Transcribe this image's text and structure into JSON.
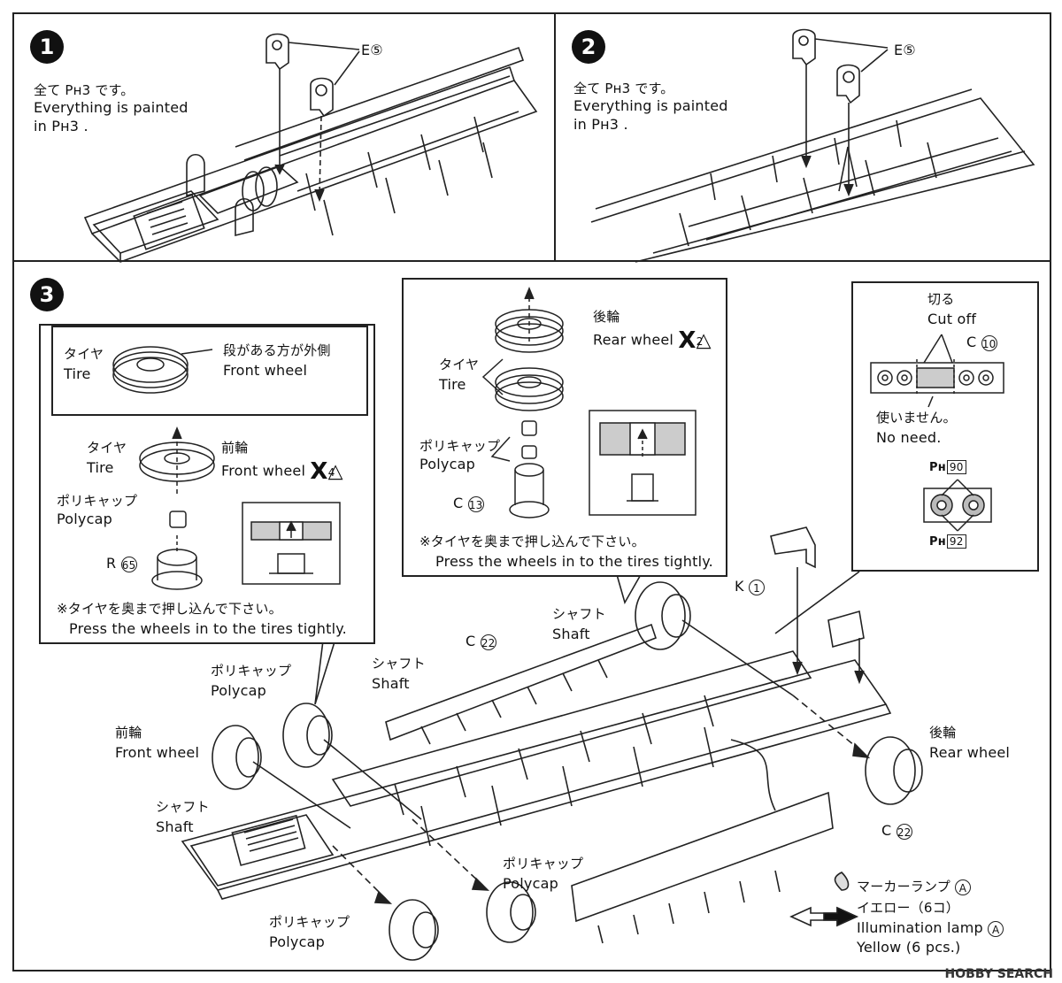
{
  "step1": {
    "number": "1",
    "note_jp": "全て Pʜ3 です。",
    "note_en_line1": "Everything is painted",
    "note_en_line2": "in Pʜ3 .",
    "part": "E⑤"
  },
  "step2": {
    "number": "2",
    "note_jp": "全て Pʜ3 です。",
    "note_en_line1": "Everything is painted",
    "note_en_line2": "in Pʜ3 .",
    "part": "E⑤"
  },
  "step3": {
    "number": "3",
    "front_callout": {
      "tire_jp": "タイヤ",
      "tire_en": "Tire",
      "outer_jp": "段がある方が外側",
      "outer_en": "Front wheel",
      "tire2_jp": "タイヤ",
      "tire2_en": "Tire",
      "wheel_jp": "前輪",
      "wheel_en": "Front wheel",
      "wheel_mark": "X",
      "wheel_mark_num": "4",
      "polycap_jp": "ポリキャップ",
      "polycap_en": "Polycap",
      "part": "R",
      "part_num": "65",
      "note_jp": "※タイヤを奥まで押し込んで下さい。",
      "note_en": "Press the wheels in to the tires tightly."
    },
    "rear_callout": {
      "wheel_jp": "後輪",
      "wheel_en": "Rear wheel",
      "wheel_mark": "X",
      "wheel_mark_num": "2",
      "tire_jp": "タイヤ",
      "tire_en": "Tire",
      "polycap_jp": "ポリキャップ",
      "polycap_en": "Polycap",
      "part": "C",
      "part_num": "13",
      "note_jp": "※タイヤを奥まで押し込んで下さい。",
      "note_en": "Press the wheels in to the tires tightly."
    },
    "cut_callout": {
      "cut_jp": "切る",
      "cut_en": "Cut off",
      "part": "C",
      "part_num": "10",
      "unused_jp": "使いません。",
      "unused_en": "No need.",
      "ph_top": "90",
      "ph_bottom": "92"
    },
    "labels": {
      "k_part": "K",
      "k_num": "1",
      "c22_top": "C",
      "c22_num": "22",
      "shaft_rear_jp": "シャフト",
      "shaft_rear_en": "Shaft",
      "polycap_top_jp": "ポリキャップ",
      "polycap_top_en": "Polycap",
      "shaft_mid_jp": "シャフト",
      "shaft_mid_en": "Shaft",
      "front_jp": "前輪",
      "front_en": "Front wheel",
      "shaft_left_jp": "シャフト",
      "shaft_left_en": "Shaft",
      "rear_jp": "後輪",
      "rear_en": "Rear wheel",
      "polycap_mid_jp": "ポリキャップ",
      "polycap_mid_en": "Polycap",
      "polycap_bottom_jp": "ポリキャップ",
      "polycap_bottom_en": "Polycap",
      "c22_bottom": "C",
      "c22_bottom_num": "22",
      "marker_jp": "マーカーランプ",
      "marker_part": "A",
      "yellow_jp": "イエロー（6コ）",
      "illum_en": "Illumination lamp",
      "illum_part": "A",
      "yellow_en": "Yellow (6 pcs.)"
    }
  },
  "footer": "HOBBY SEARCH"
}
